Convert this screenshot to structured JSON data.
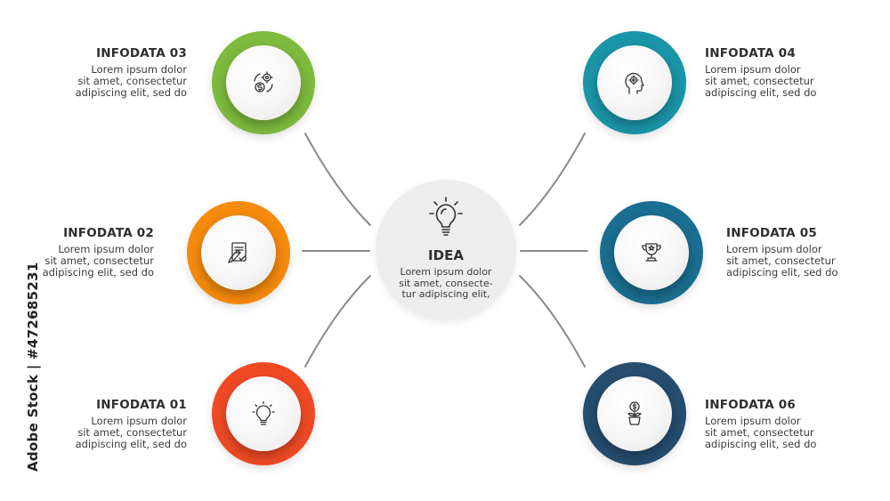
{
  "colors": {
    "infodata_01": "#f04a25",
    "infodata_02": "#f58a0c",
    "infodata_03": "#7dba3d",
    "infodata_04": "#1a95a8",
    "infodata_05": "#1a6e91",
    "infodata_06": "#264d6e",
    "connector": "#8a8a8a",
    "center_fill": "#ededed"
  },
  "center": {
    "icon": "lightbulb-icon",
    "title": "IDEA",
    "text_lines": [
      "Lorem ipsum dolor",
      "sit amet, consecte-",
      "tur adipiscing elit,"
    ]
  },
  "items": [
    {
      "title": "INFODATA 03",
      "icon": "money-gear-cycle-icon",
      "lines": [
        "Lorem ipsum dolor",
        "sit amet, consectetur",
        "adipiscing elit, sed do"
      ]
    },
    {
      "title": "INFODATA 02",
      "icon": "document-pen-icon",
      "lines": [
        "Lorem ipsum dolor",
        "sit amet, consectetur",
        "adipiscing elit, sed do"
      ]
    },
    {
      "title": "INFODATA 01",
      "icon": "lightbulb-icon",
      "lines": [
        "Lorem ipsum dolor",
        "sit amet, consectetur",
        "adipiscing elit, sed do"
      ]
    },
    {
      "title": "INFODATA 04",
      "icon": "head-gear-icon",
      "lines": [
        "Lorem ipsum dolor",
        "sit amet, consectetur",
        "adipiscing elit, sed do"
      ]
    },
    {
      "title": "INFODATA 05",
      "icon": "trophy-icon",
      "lines": [
        "Lorem ipsum dolor",
        "sit amet, consectetur",
        "adipiscing elit, sed do"
      ]
    },
    {
      "title": "INFODATA 06",
      "icon": "money-plant-icon",
      "lines": [
        "Lorem ipsum dolor",
        "sit amet, consectetur",
        "adipiscing elit, sed do"
      ]
    }
  ],
  "watermark": "Adobe Stock | #472685231"
}
